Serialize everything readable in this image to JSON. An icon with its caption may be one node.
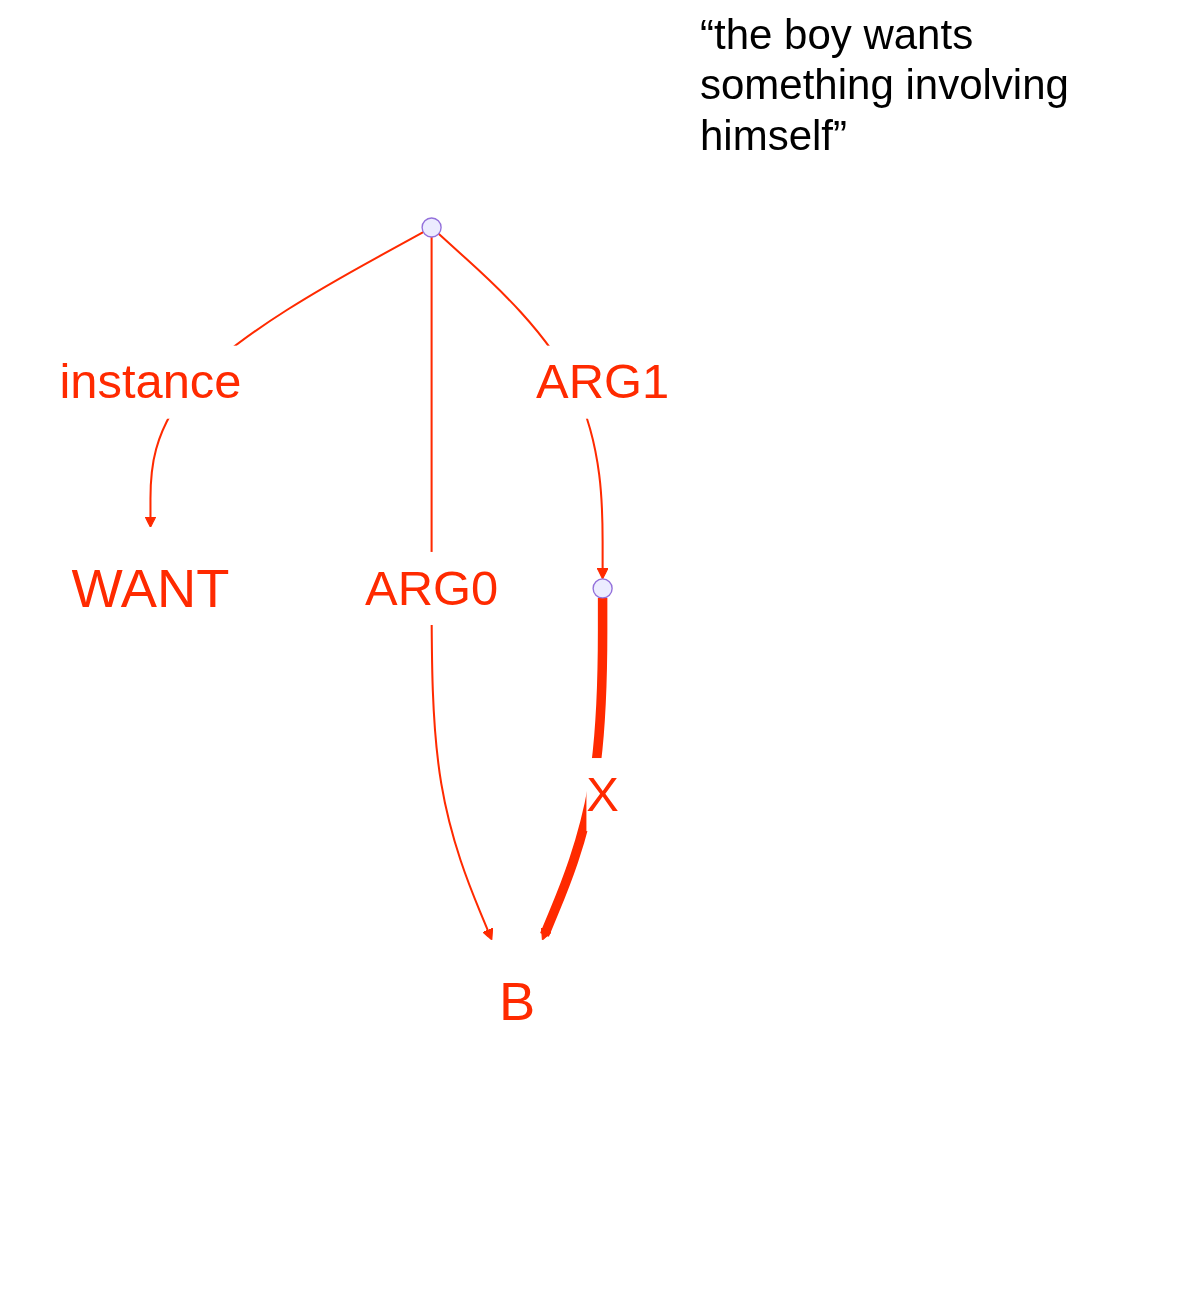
{
  "diagram": {
    "nodes": [
      {
        "text": [],
        "shape": "point"
      },
      {
        "text": [
          "WANT"
        ]
      },
      {
        "text": [
          "B"
        ]
      },
      {
        "text": [],
        "shape": "point"
      }
    ],
    "edges": [
      {
        "from": 0,
        "to": 1,
        "arrow": "to",
        "label": "instance"
      },
      {
        "from": 0,
        "to": 2,
        "arrow": "to",
        "label": "ARG0"
      },
      {
        "from": 0,
        "to": 3,
        "arrow": "to",
        "label": "ARG1"
      },
      {
        "from": 3,
        "to": 2,
        "arrow": "to",
        "label": "X",
        "style": "thick"
      }
    ],
    "labels": [
      "“the boy wants something involving himself”"
    ]
  }
}
